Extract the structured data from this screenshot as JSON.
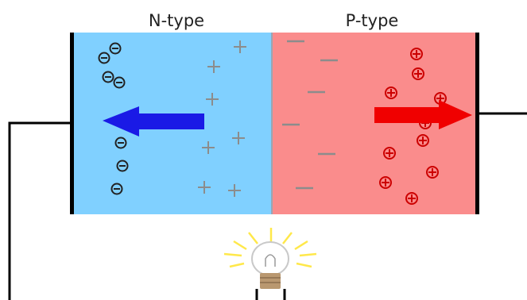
{
  "labels": {
    "n_type": "N-type",
    "p_type": "P-type"
  },
  "colors": {
    "n_region": "#80d0ff",
    "p_region": "#fa8c8c",
    "electron_arrow": "#1a1ae6",
    "hole_arrow": "#f00000",
    "wire": "#000000",
    "fixed_charge_plus": "#8c8c8c",
    "fixed_charge_minus": "#8c8c8c",
    "hole_symbol": "#cc0000",
    "electron_symbol": "#222222",
    "bulb_glow": "#ffe84a"
  },
  "icons": {
    "electron": "circled-minus",
    "hole": "circled-plus",
    "bulb": "lightbulb-icon"
  }
}
